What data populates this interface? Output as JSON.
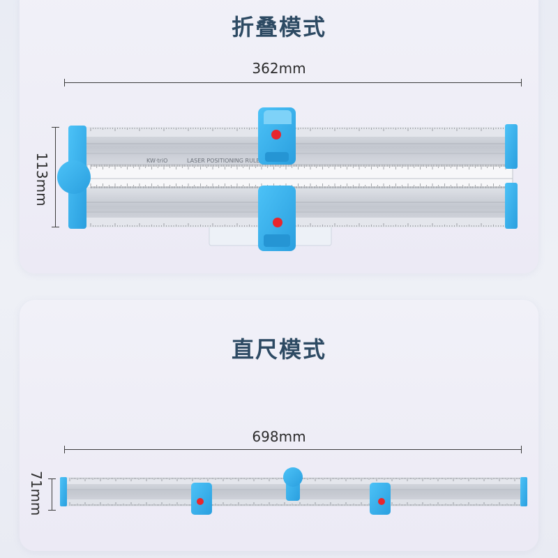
{
  "fold_mode": {
    "title": "折叠模式",
    "width_label": "362mm",
    "height_label": "113mm",
    "ruler_brand": "KW·triO",
    "ruler_text": "LASER POSITIONING RULER"
  },
  "straight_mode": {
    "title": "直尺模式",
    "width_label": "698mm",
    "height_label": "71mm"
  },
  "colors": {
    "accent_blue": "#3ab4f0",
    "button_red": "#e8262c",
    "aluminum": "#c9ccd3"
  }
}
